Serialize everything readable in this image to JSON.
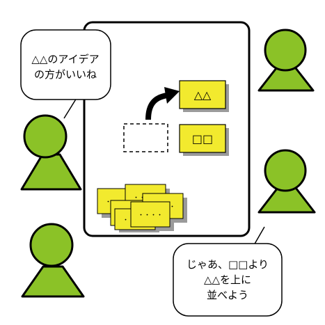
{
  "speech_left": {
    "line1": "△△のアイデア",
    "line2": "の方がいいね"
  },
  "speech_right": {
    "line1": "じゃあ、□□より",
    "line2": "△△を上に",
    "line3": "並べよう"
  },
  "board": {
    "card_top": "△△",
    "card_middle": "□□",
    "stack_cards": [
      "・・・・",
      "・・・・",
      "・・・・",
      "・・・・",
      "・・・・",
      "・・・・"
    ]
  },
  "colors": {
    "person_fill": "#8bc227",
    "card_fill": "#f2ea2e",
    "card_shadow": "#9a9a9a",
    "outline": "#000000",
    "background": "#ffffff"
  }
}
